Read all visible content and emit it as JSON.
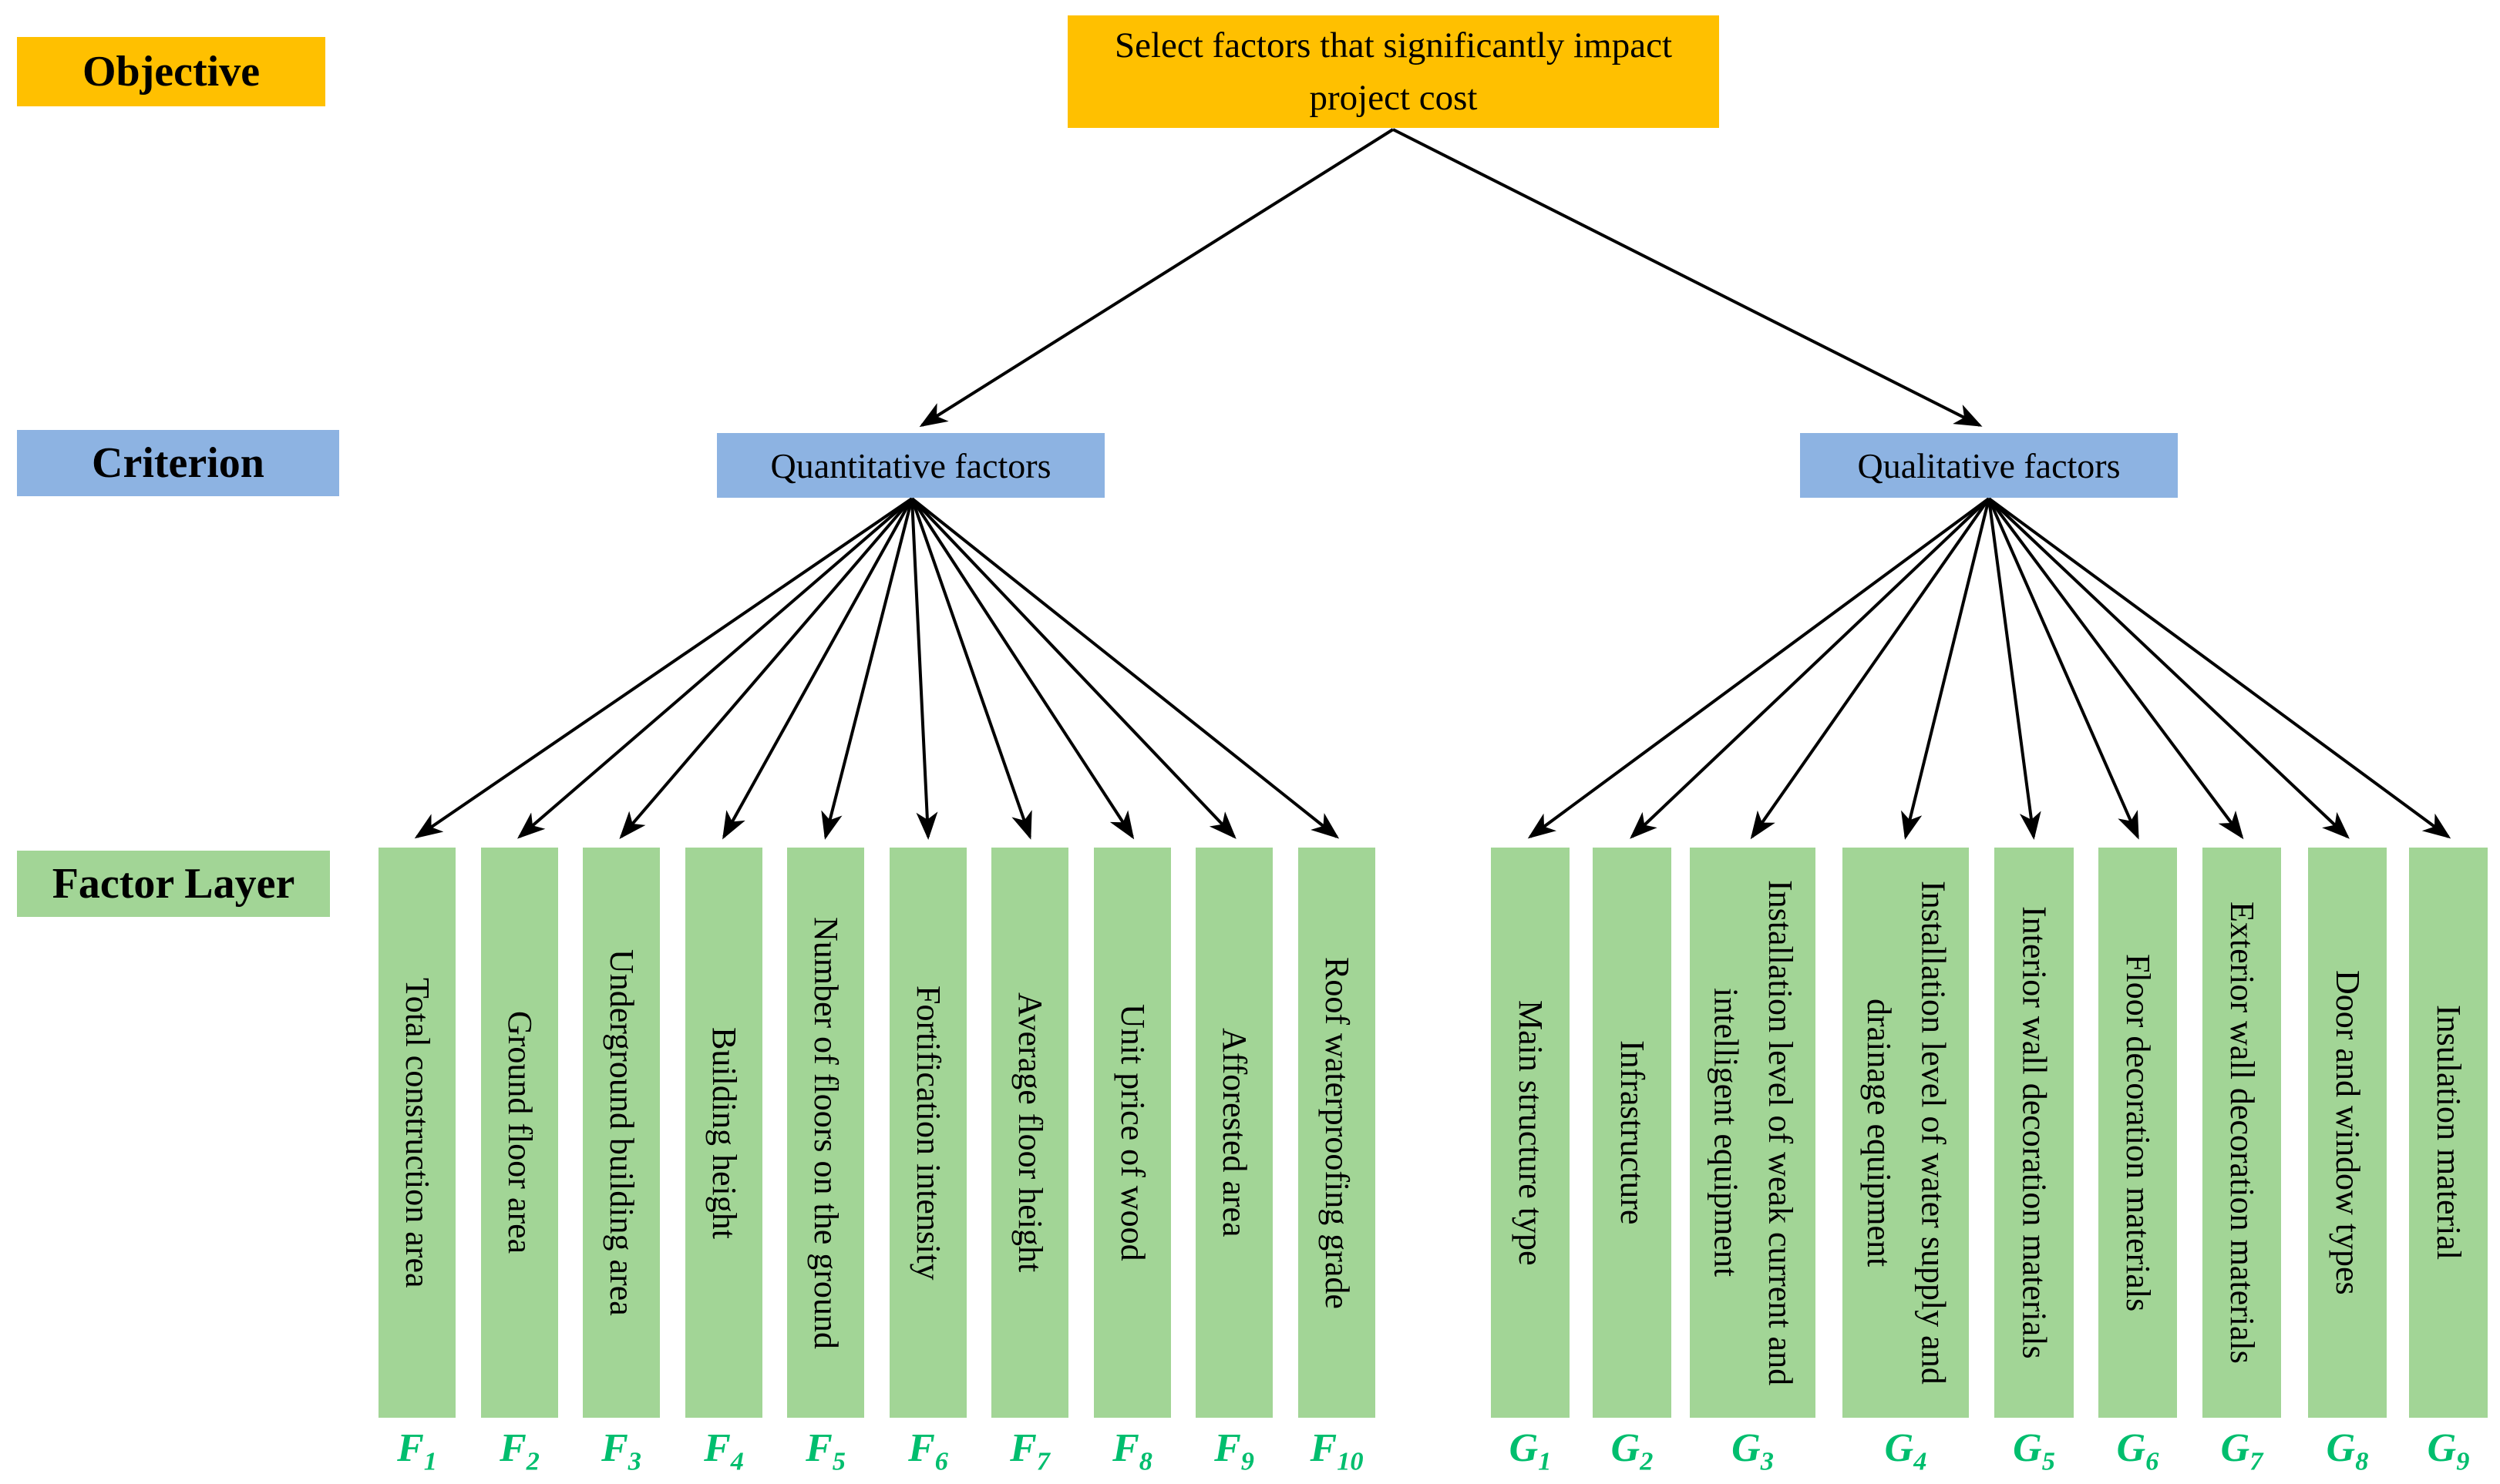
{
  "colors": {
    "objective": "#FFC000",
    "criterion": "#8DB3E2",
    "factor": "#A2D596",
    "sub_label": "#00BE6E",
    "arrow": "#000000",
    "text": "#000000"
  },
  "row_labels": {
    "objective": "Objective",
    "criterion": "Criterion",
    "factor_layer": "Factor Layer"
  },
  "objective": {
    "text": "Select factors that significantly impact project cost"
  },
  "criteria": {
    "quantitative": {
      "label": "Quantitative factors"
    },
    "qualitative": {
      "label": "Qualitative factors"
    }
  },
  "factors": {
    "quantitative": [
      {
        "label": "Total construction area",
        "symbol": "F",
        "subscript": "1"
      },
      {
        "label": "Ground floor area",
        "symbol": "F",
        "subscript": "2"
      },
      {
        "label": "Underground building area",
        "symbol": "F",
        "subscript": "3"
      },
      {
        "label": "Building height",
        "symbol": "F",
        "subscript": "4"
      },
      {
        "label": "Number of floors on the ground",
        "symbol": "F",
        "subscript": "5"
      },
      {
        "label": "Fortification intensity",
        "symbol": "F",
        "subscript": "6"
      },
      {
        "label": "Average floor height",
        "symbol": "F",
        "subscript": "7"
      },
      {
        "label": "Unit price of wood",
        "symbol": "F",
        "subscript": "8"
      },
      {
        "label": "Afforested area",
        "symbol": "F",
        "subscript": "9"
      },
      {
        "label": "Roof waterproofing grade",
        "symbol": "F",
        "subscript": "10"
      }
    ],
    "qualitative": [
      {
        "label": "Main structure type",
        "symbol": "G",
        "subscript": "1"
      },
      {
        "label": "Infrastructure",
        "symbol": "G",
        "subscript": "2"
      },
      {
        "label": "Installation level of weak current and intelligent equipment",
        "symbol": "G",
        "subscript": "3"
      },
      {
        "label": "Installation level of water supply and drainage equipment",
        "symbol": "G",
        "subscript": "4"
      },
      {
        "label": "Interior wall decoration materials",
        "symbol": "G",
        "subscript": "5"
      },
      {
        "label": "Floor decoration materials",
        "symbol": "G",
        "subscript": "6"
      },
      {
        "label": "Exterior wall decoration materials",
        "symbol": "G",
        "subscript": "7"
      },
      {
        "label": "Door and window types",
        "symbol": "G",
        "subscript": "8"
      },
      {
        "label": "Insulation material",
        "symbol": "G",
        "subscript": "9"
      }
    ]
  }
}
